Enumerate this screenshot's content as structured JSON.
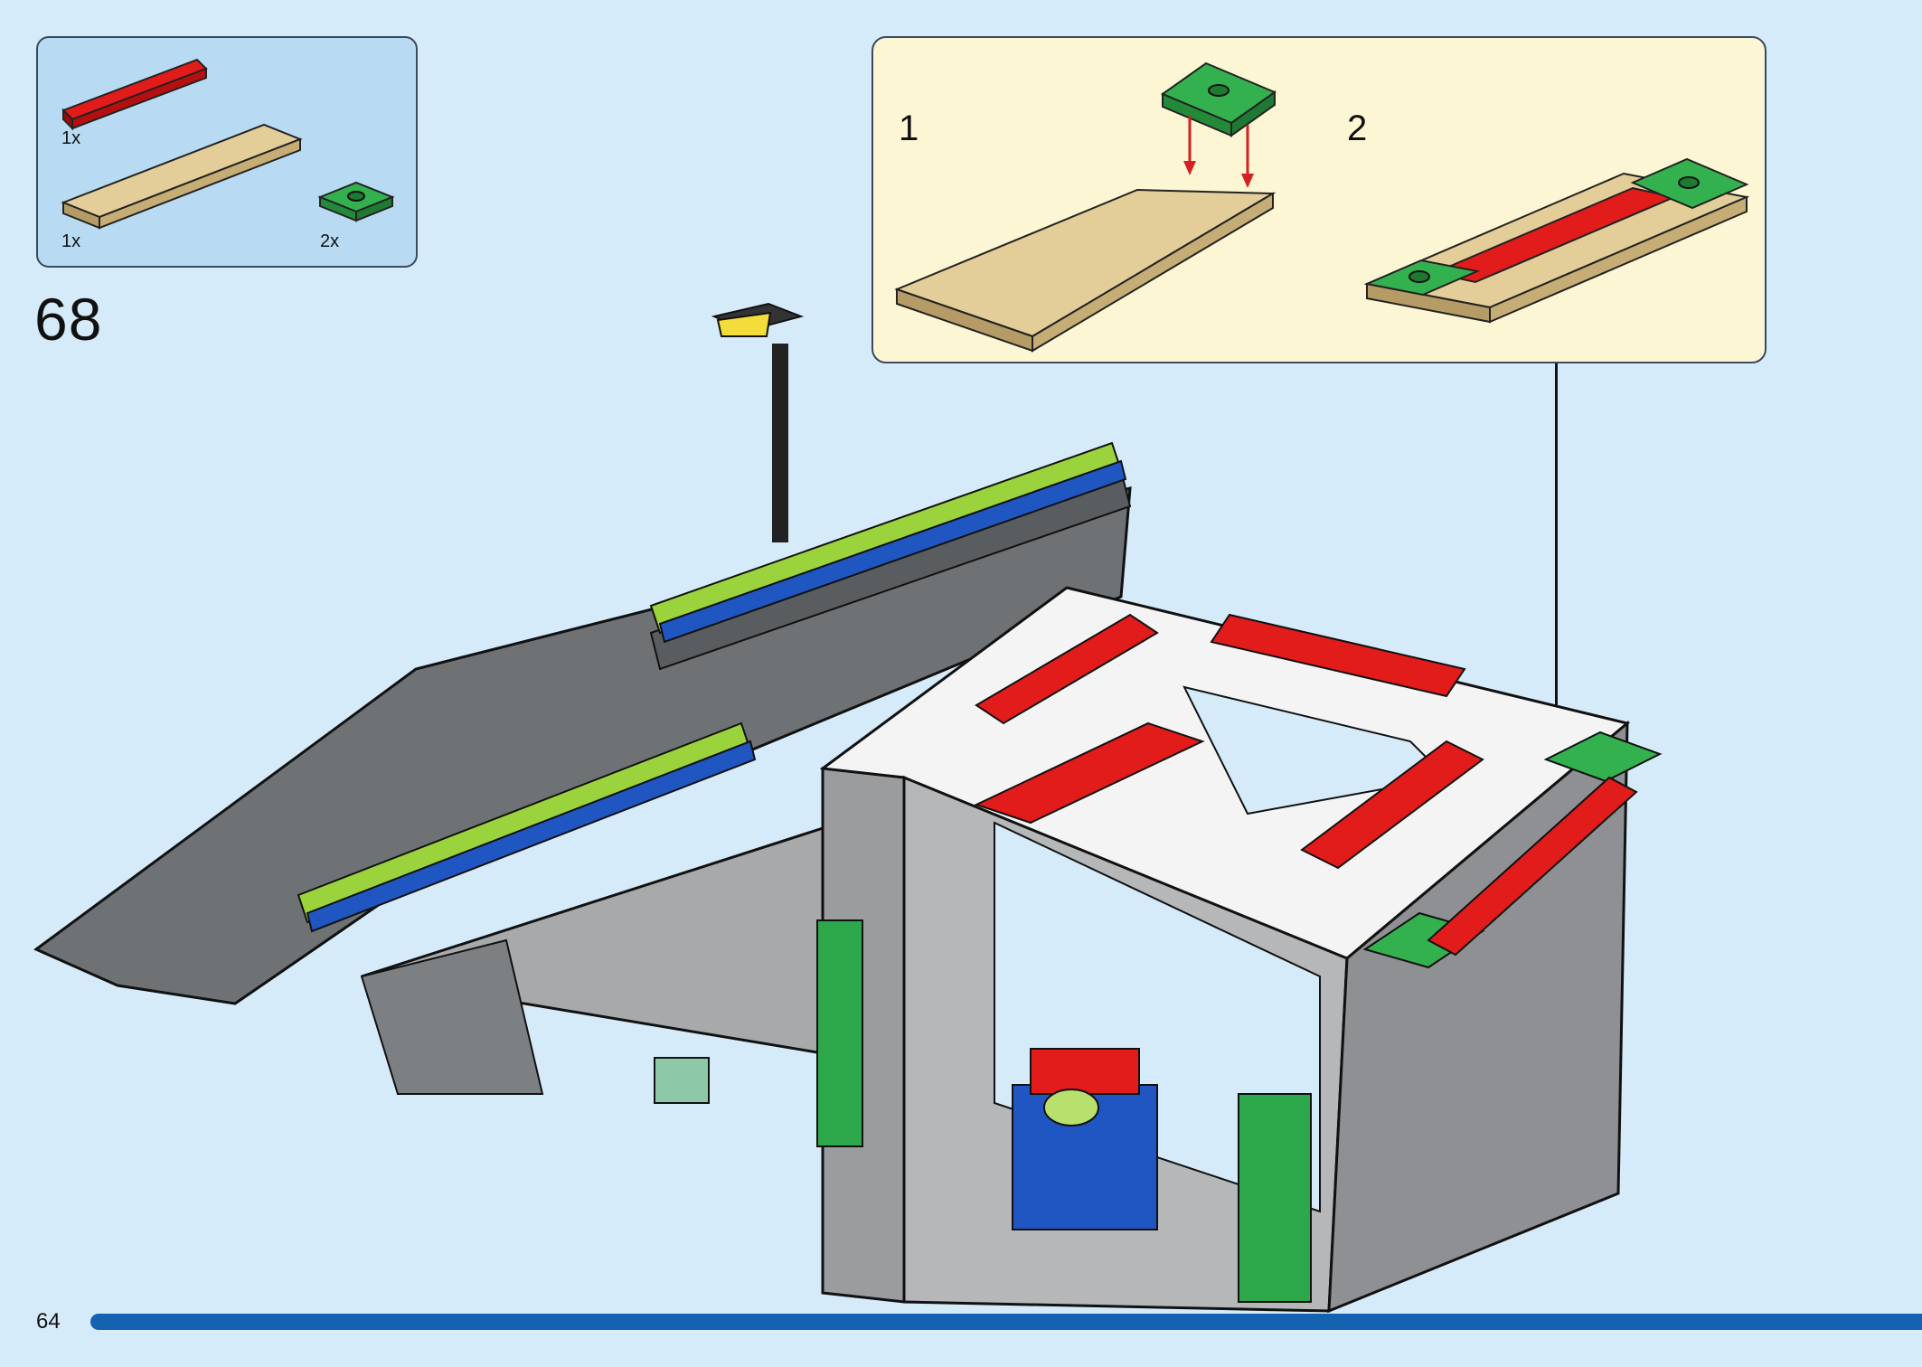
{
  "parts_list": {
    "items": [
      {
        "name": "red-plate-1x6",
        "qty": "1x"
      },
      {
        "name": "tan-plate-2x8",
        "qty": "1x"
      },
      {
        "name": "green-tile-2x2",
        "qty": "2x"
      }
    ]
  },
  "step": {
    "number": "68"
  },
  "substeps": [
    {
      "number": "1"
    },
    {
      "number": "2"
    }
  ],
  "page": {
    "number": "64"
  },
  "colors": {
    "background": "#d6ebf9",
    "parts_box": "#b8dbf3",
    "substep_box": "#fdf6d4",
    "progress": "#1463b0",
    "red_brick": "#cc1010",
    "tan_brick": "#d9c08c",
    "green_brick": "#2fa24a",
    "dark_gray": "#5a5d60",
    "light_gray": "#a7a9ab"
  }
}
